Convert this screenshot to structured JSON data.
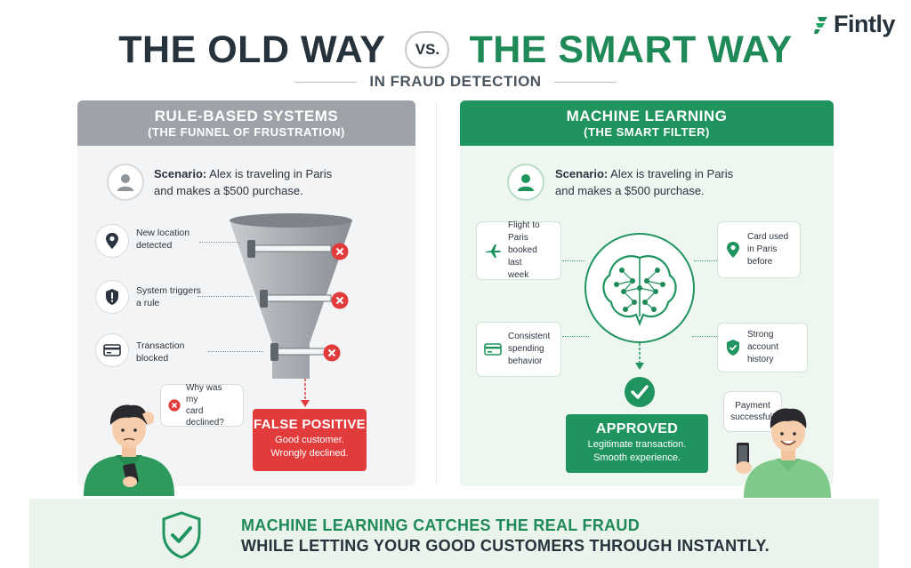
{
  "brand": {
    "name": "Fintly",
    "icon": "fintly-logo-icon",
    "color": "#1f8a58"
  },
  "header": {
    "title_old": "THE OLD WAY",
    "vs": "VS.",
    "title_smart": "THE SMART WAY",
    "subtitle": "IN FRAUD DETECTION"
  },
  "left": {
    "title": "RULE-BASED SYSTEMS",
    "subtitle": "(THE FUNNEL OF FRUSTRATION)",
    "scenario_label": "Scenario:",
    "scenario_line1": " Alex is traveling in Paris",
    "scenario_line2": "and makes a $500 purchase.",
    "steps": [
      {
        "icon": "location-pin-icon",
        "line1": "New location",
        "line2": "detected"
      },
      {
        "icon": "shield-alert-icon",
        "line1": "System triggers",
        "line2": "a rule"
      },
      {
        "icon": "credit-card-icon",
        "line1": "Transaction",
        "line2": "blocked"
      }
    ],
    "bubble_line1": "Why was my",
    "bubble_line2": "card declined?",
    "result_title": "FALSE POSITIVE",
    "result_line1": "Good customer.",
    "result_line2": "Wrongly declined.",
    "colors": {
      "header": "#9da3a8",
      "result": "#e23b3b"
    }
  },
  "right": {
    "title": "MACHINE LEARNING",
    "subtitle": "(THE SMART FILTER)",
    "scenario_label": "Scenario:",
    "scenario_line1": " Alex is traveling in Paris",
    "scenario_line2": "and makes a $500 purchase.",
    "signals": [
      {
        "icon": "airplane-icon",
        "line1": "Flight to Paris",
        "line2": "booked last",
        "line3": "week"
      },
      {
        "icon": "location-pin-icon",
        "line1": "Card used",
        "line2": "in Paris",
        "line3": "before"
      },
      {
        "icon": "money-card-icon",
        "line1": "Consistent",
        "line2": "spending",
        "line3": "behavior"
      },
      {
        "icon": "shield-check-icon",
        "line1": "Strong account",
        "line2": "history",
        "line3": ""
      }
    ],
    "bubble_line1": "Payment",
    "bubble_line2": "successful!",
    "result_title": "APPROVED",
    "result_line1": "Legitimate transaction.",
    "result_line2": "Smooth experience.",
    "colors": {
      "header": "#20945f",
      "result": "#20945f"
    }
  },
  "footer": {
    "line1": "MACHINE LEARNING CATCHES THE REAL FRAUD",
    "line2": "WHILE LETTING YOUR GOOD CUSTOMERS THROUGH INSTANTLY."
  }
}
